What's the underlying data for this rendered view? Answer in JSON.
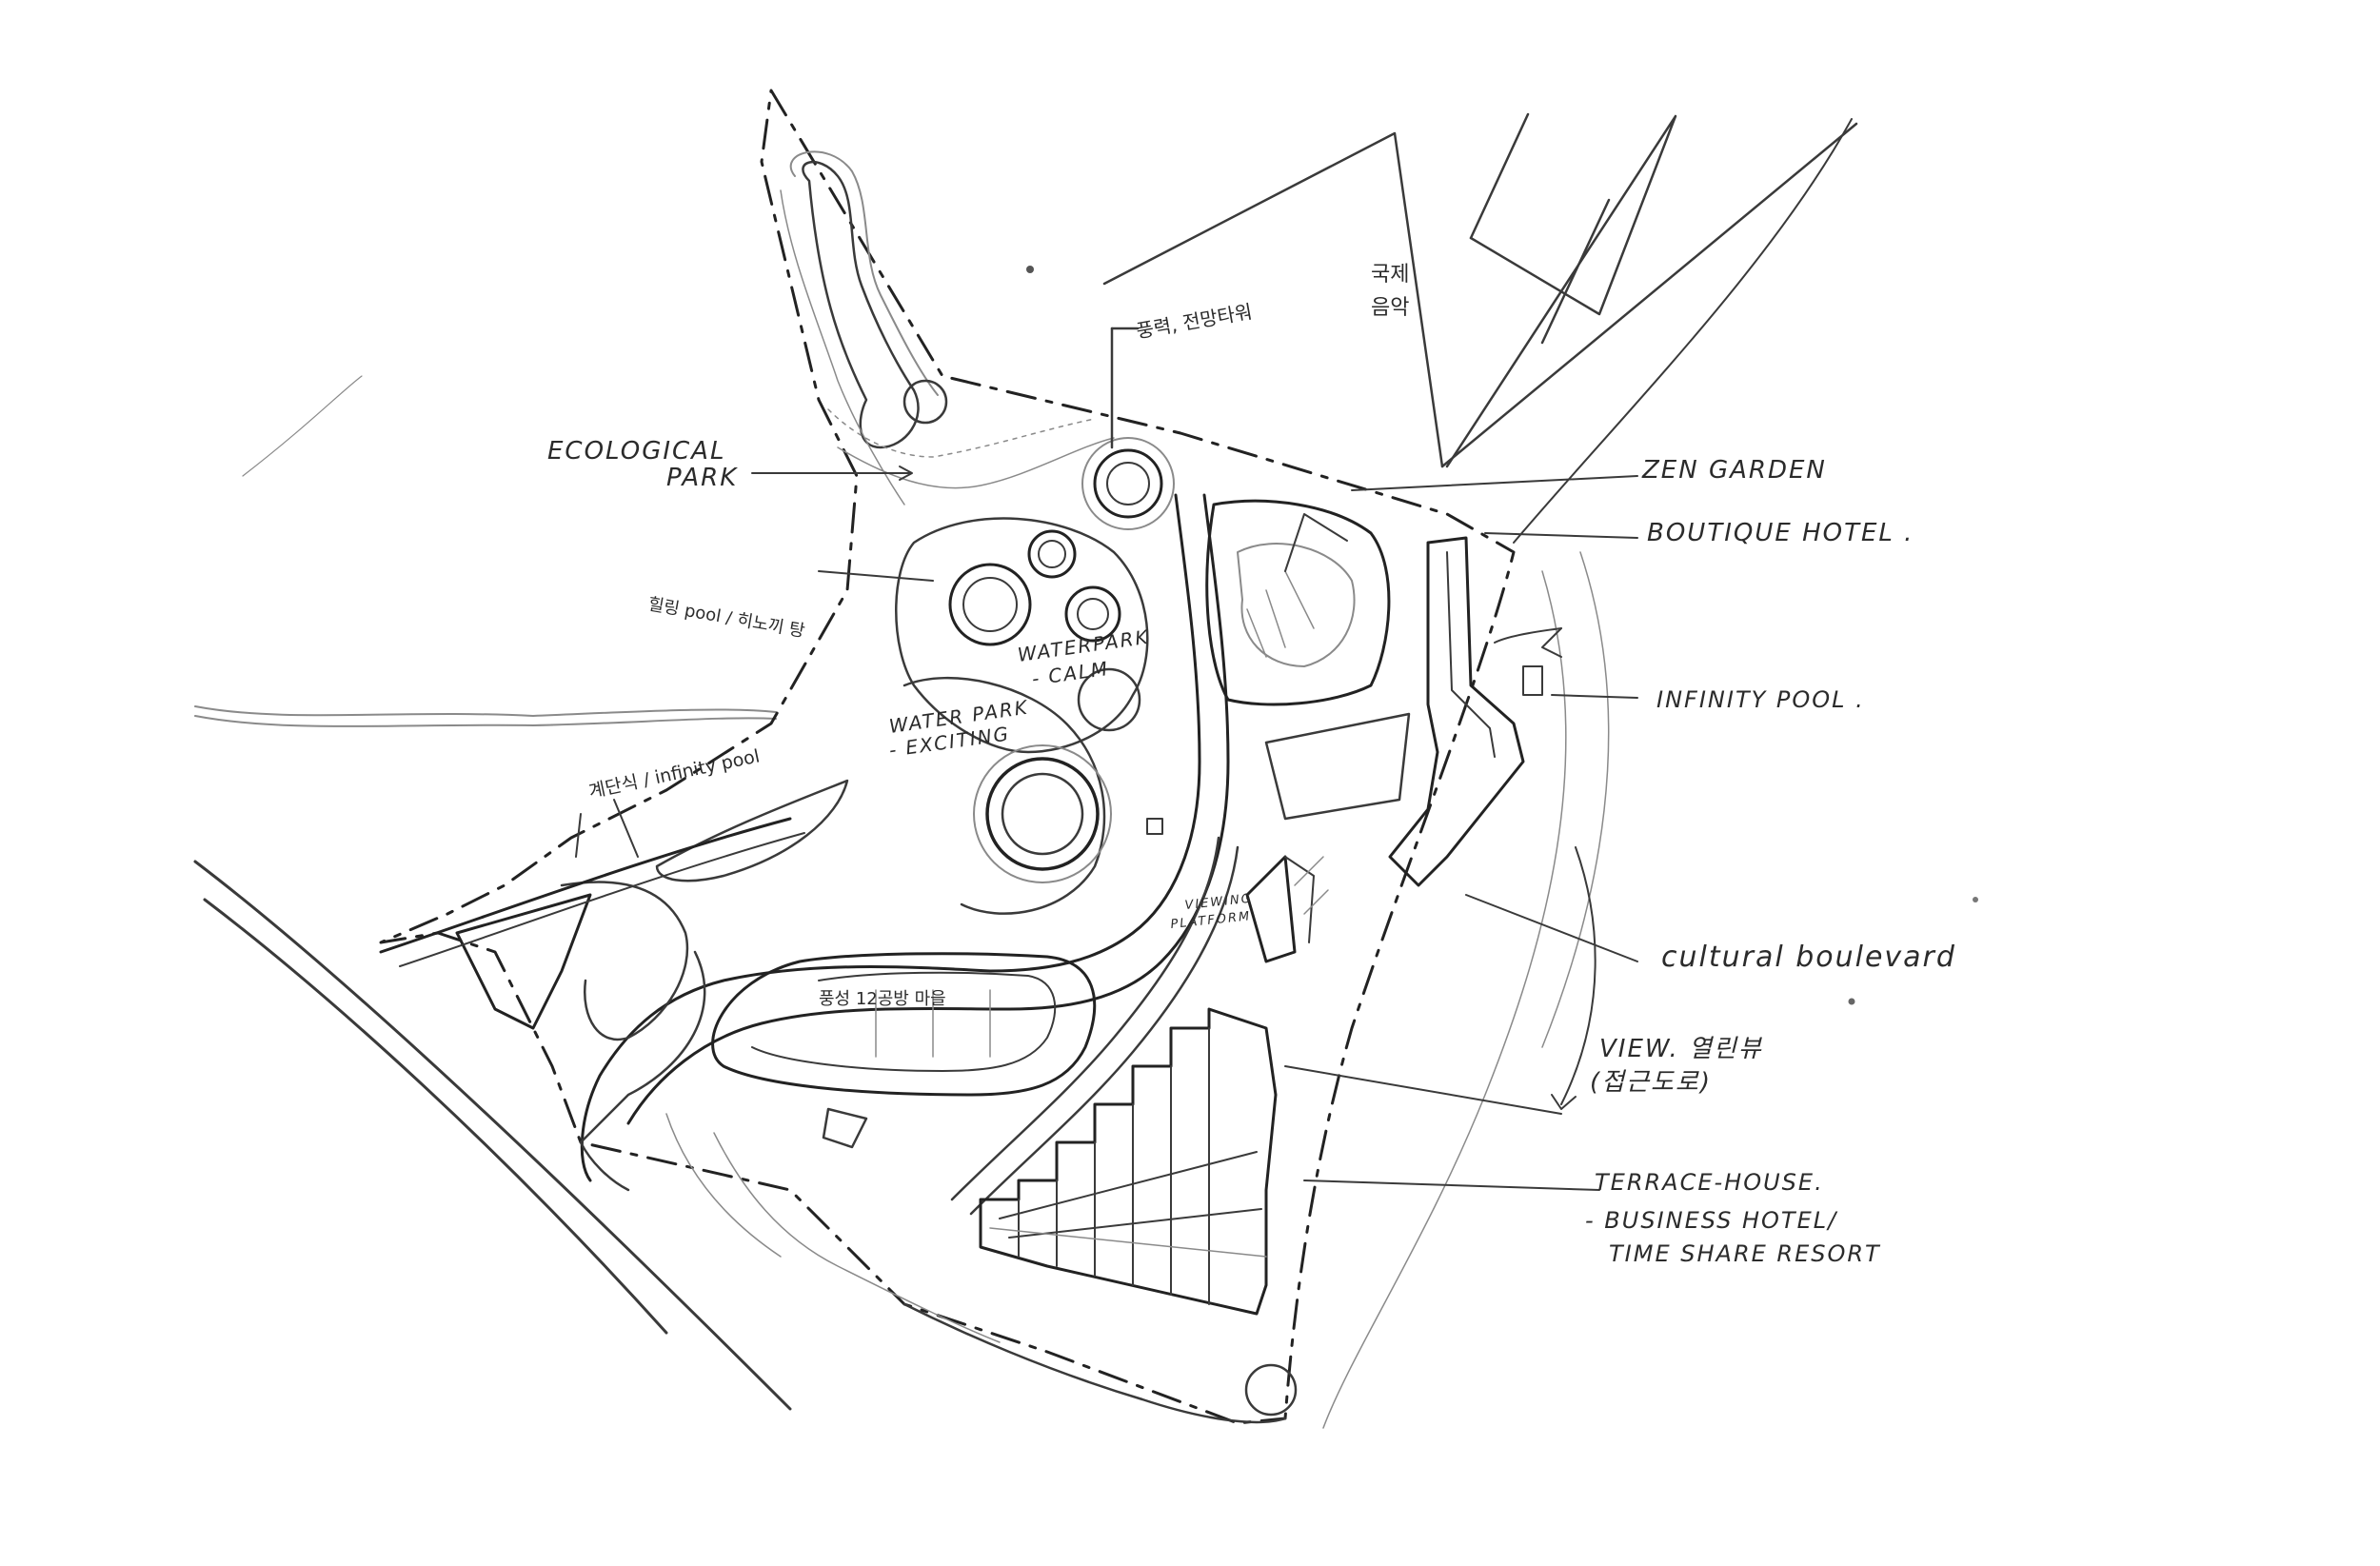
{
  "labels": {
    "ecological_park_1": "ECOLOGICAL",
    "ecological_park_2": "PARK",
    "zen_garden": "ZEN GARDEN",
    "boutique_hotel": "BOUTIQUE HOTEL .",
    "infinity_pool": "INFINITY POOL .",
    "cultural_boulevard": "cultural boulevard",
    "view_1": "VIEW. 열린뷰",
    "view_2": "(접근도로)",
    "terrace_1": "TERRACE-HOUSE.",
    "terrace_2": "- BUSINESS HOTEL/",
    "terrace_3": "TIME SHARE RESORT",
    "waterpark_calm_1": "WATERPARK",
    "waterpark_calm_2": "- CALM",
    "waterpark_exciting_1": "WATER PARK",
    "waterpark_exciting_2": "- EXCITING",
    "viewing_platform_1": "VIEWING",
    "viewing_platform_2": "PLATFORM",
    "kr_tower": "풍력, 전망타워",
    "kr_music_1": "국제",
    "kr_music_2": "음악",
    "kr_pool": "힐링 pool / 히노끼 탕",
    "kr_infinity": "계단식 / infinity pool",
    "kr_village": "풍성 12공방 마을"
  },
  "colors": {
    "ink": "#3a3a3a",
    "ink_light": "#8a8a8a",
    "paper": "#ffffff"
  }
}
